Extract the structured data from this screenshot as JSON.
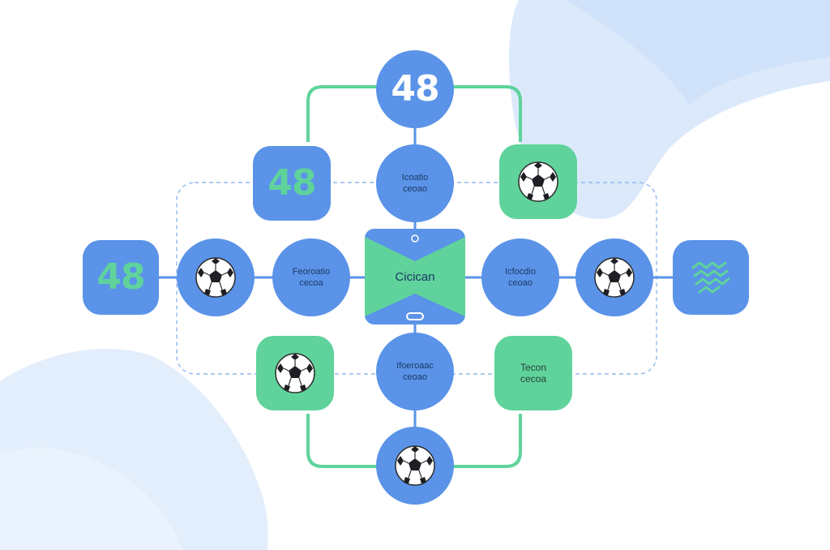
{
  "colors": {
    "node_blue": "#5a93e8",
    "node_green": "#5fd39b",
    "connector_green": "#5fd39b",
    "connector_blue": "#5a93e8",
    "dashed_frame": "#8fb8ec",
    "background_shape": "#d9e8fb"
  },
  "nodes": {
    "top_number": {
      "value": "48"
    },
    "upper_left_number": {
      "value": "48"
    },
    "far_left_number": {
      "value": "48"
    },
    "upper_center_label": {
      "line1": "Icoatio",
      "line2": "ceoao"
    },
    "left_inner_label": {
      "line1": "Feoroatio",
      "line2": "cecoa"
    },
    "right_inner_label": {
      "line1": "Icfocdio",
      "line2": "ceoao"
    },
    "lower_center_label": {
      "line1": "Ifoeroaac",
      "line2": "ceoao"
    },
    "lower_right_label": {
      "line1": "Tecon",
      "line2": "cecoa"
    },
    "center_box": {
      "label": "Cicican"
    },
    "upper_right_icon": "soccer-ball-icon",
    "left_inner_ball_icon": "soccer-ball-icon",
    "right_inner_ball_icon": "soccer-ball-icon",
    "lower_left_icon": "soccer-ball-icon",
    "bottom_icon": "soccer-ball-icon",
    "far_right_icon": "chevron-pattern-icon"
  }
}
